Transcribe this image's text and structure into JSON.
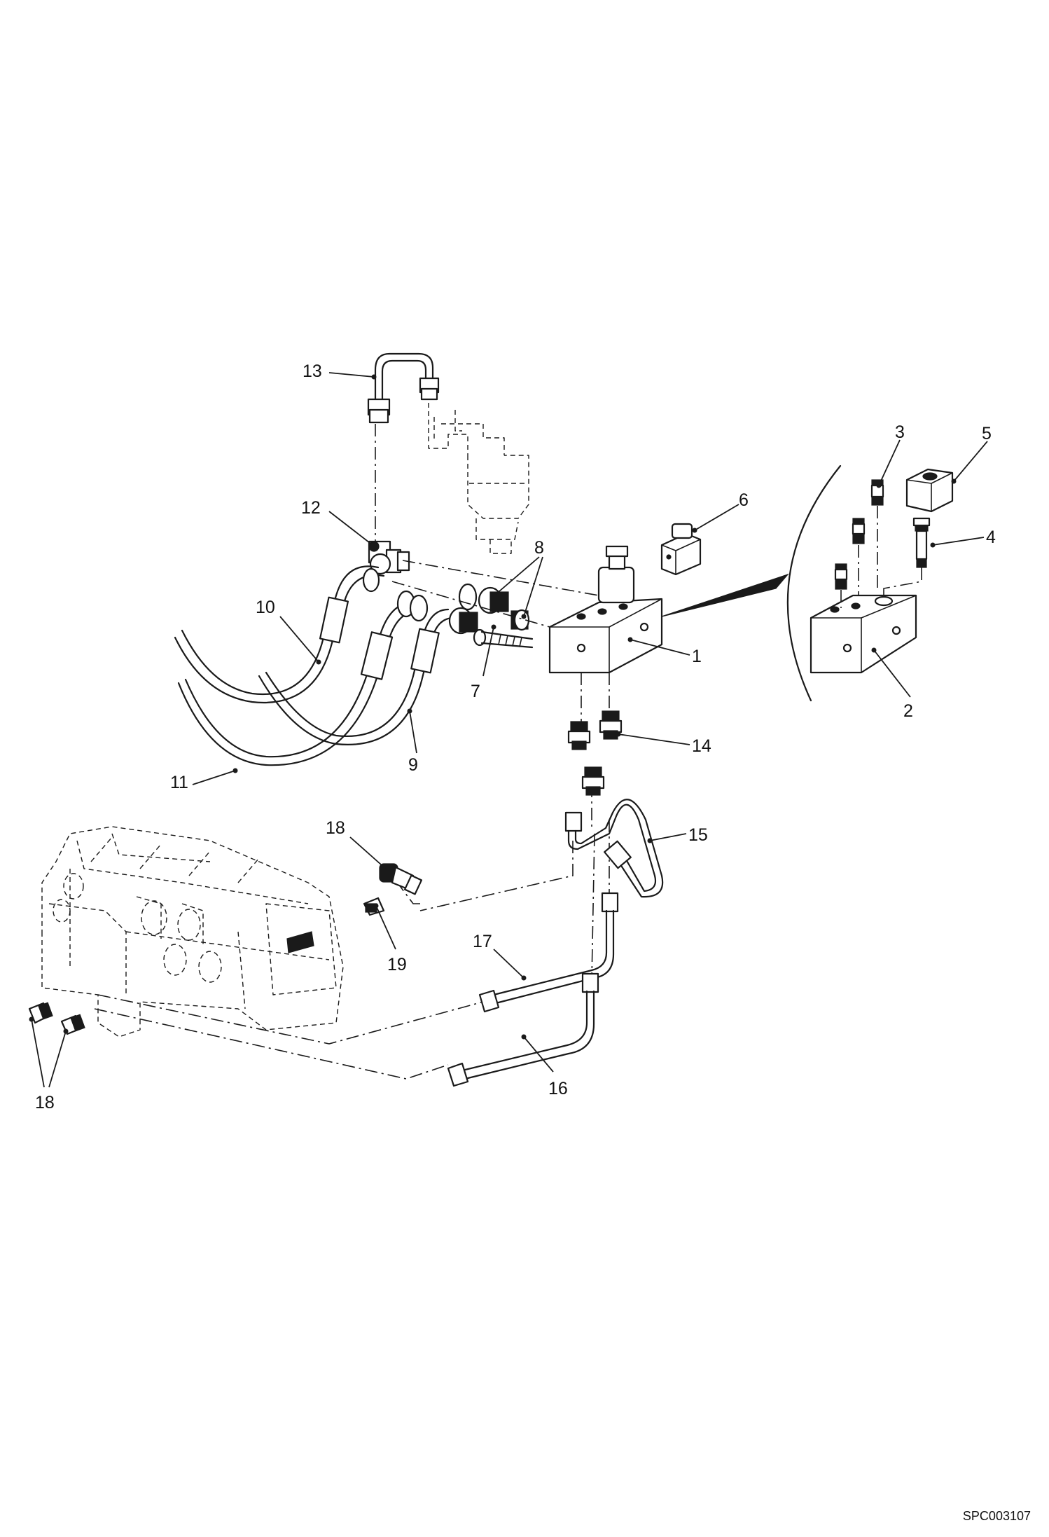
{
  "drawing_id": "SPC003107",
  "callouts": [
    {
      "key": "c1",
      "label": "1"
    },
    {
      "key": "c2",
      "label": "2"
    },
    {
      "key": "c3",
      "label": "3"
    },
    {
      "key": "c4",
      "label": "4"
    },
    {
      "key": "c5",
      "label": "5"
    },
    {
      "key": "c6",
      "label": "6"
    },
    {
      "key": "c7",
      "label": "7"
    },
    {
      "key": "c8",
      "label": "8"
    },
    {
      "key": "c9",
      "label": "9"
    },
    {
      "key": "c10",
      "label": "10"
    },
    {
      "key": "c11",
      "label": "11"
    },
    {
      "key": "c12",
      "label": "12"
    },
    {
      "key": "c13",
      "label": "13"
    },
    {
      "key": "c14",
      "label": "14"
    },
    {
      "key": "c15",
      "label": "15"
    },
    {
      "key": "c16",
      "label": "16"
    },
    {
      "key": "c17",
      "label": "17"
    },
    {
      "key": "c18a",
      "label": "18"
    },
    {
      "key": "c18b",
      "label": "18"
    },
    {
      "key": "c19",
      "label": "19"
    }
  ]
}
